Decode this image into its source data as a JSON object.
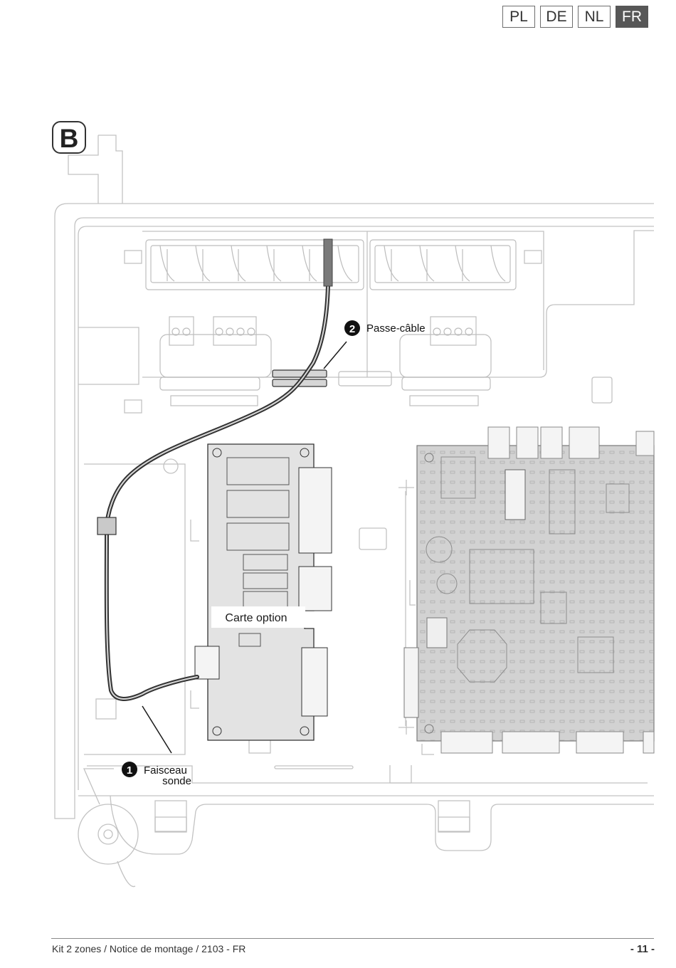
{
  "languages": [
    {
      "code": "PL",
      "active": false
    },
    {
      "code": "DE",
      "active": false
    },
    {
      "code": "NL",
      "active": false
    },
    {
      "code": "FR",
      "active": true
    }
  ],
  "figure": {
    "section_letter": "B",
    "callouts": [
      {
        "number": "1",
        "line1": "Faisceau",
        "line2": "sonde"
      },
      {
        "number": "2",
        "line1": "Passe-câble"
      }
    ],
    "board_label": "Carte option"
  },
  "footer": {
    "document": "Kit 2 zones / Notice de montage / 2103 - FR",
    "page": "- 11 -"
  }
}
